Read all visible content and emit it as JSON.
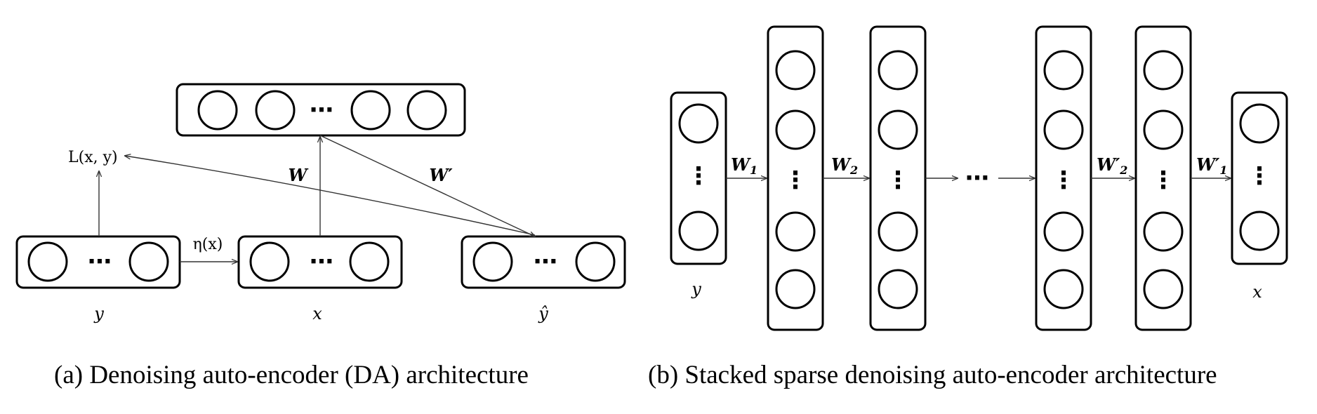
{
  "diagram_a": {
    "caption": "(a) Denoising auto-encoder (DA) architecture",
    "hidden_layer": {
      "ellipsis": "⋯"
    },
    "input_y": {
      "label": "y",
      "ellipsis": "⋯"
    },
    "corrupted_x": {
      "label": "x",
      "ellipsis": "⋯"
    },
    "output_yhat": {
      "label": "ŷ",
      "ellipsis": "⋯"
    },
    "loss_label": "L(x, y)",
    "noise_label": "η(x)",
    "encoder_weight": "W",
    "decoder_weight": "W′"
  },
  "diagram_b": {
    "caption": "(b) Stacked sparse denoising auto-encoder architecture",
    "input_label": "y",
    "output_label": "x",
    "weights": [
      "W",
      "1",
      "W",
      "2",
      "W′",
      "2",
      "W′",
      "1"
    ],
    "middle_ellipsis": "⋯",
    "vertical_ellipsis": "⋮"
  }
}
